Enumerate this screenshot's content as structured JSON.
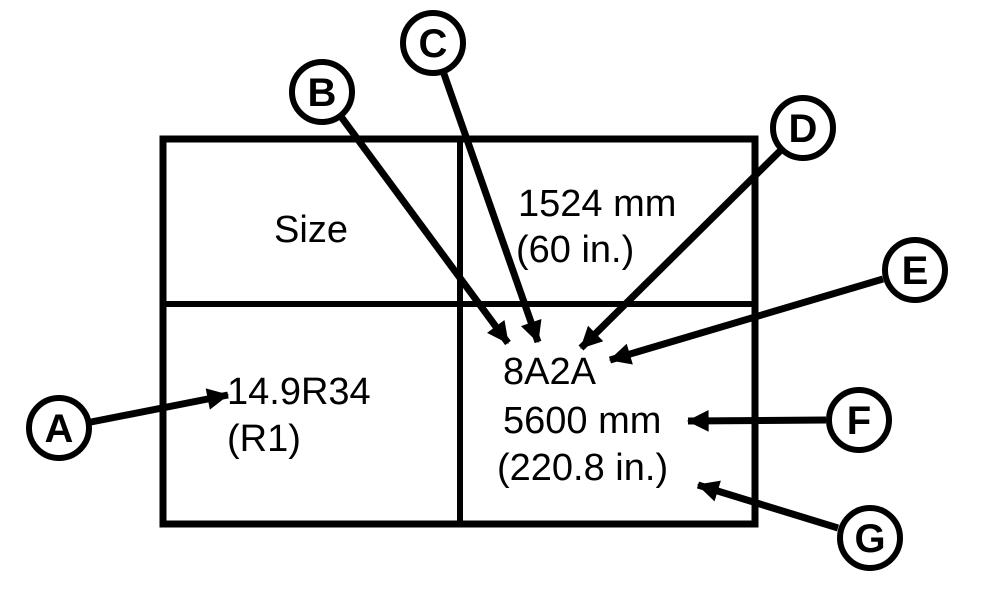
{
  "diagram": {
    "description": "tire-size-label-callout-diagram",
    "background_color": "#ffffff",
    "line_color": "#000000",
    "table": {
      "rows": [
        {
          "left": {
            "lines": [
              "Size"
            ]
          },
          "right": {
            "lines": [
              "1524 mm",
              "(60 in.)"
            ]
          }
        },
        {
          "left": {
            "lines": [
              "14.9R34",
              "(R1)"
            ]
          },
          "right": {
            "lines": [
              "8A2A",
              "5600 mm",
              "(220.8 in.)"
            ]
          }
        }
      ]
    },
    "callouts": [
      {
        "letter": "A"
      },
      {
        "letter": "B"
      },
      {
        "letter": "C"
      },
      {
        "letter": "D"
      },
      {
        "letter": "E"
      },
      {
        "letter": "F"
      },
      {
        "letter": "G"
      }
    ]
  }
}
